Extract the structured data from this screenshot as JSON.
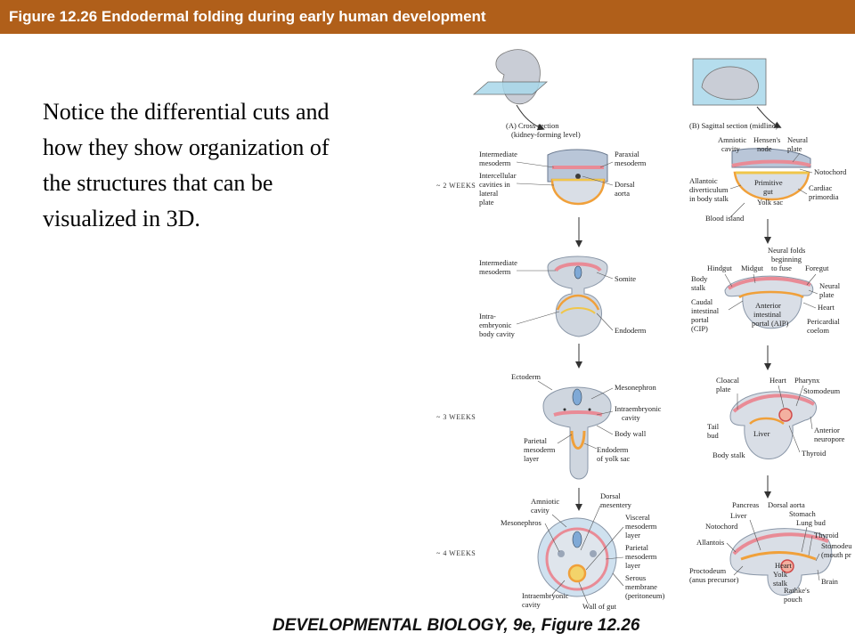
{
  "title": "Figure 12.26  Endodermal folding during early human development",
  "notes_lines": [
    "Notice the differential cuts and",
    "how they show organization of",
    "the structures that can be",
    "visualized in 3D."
  ],
  "footer": "DEVELOPMENTAL BIOLOGY, 9e, Figure 12.26",
  "figure": {
    "panel_a": [
      "(A) Cross section",
      "(kidney-forming level)"
    ],
    "panel_b": "(B) Sagittal section (midline)",
    "weeks": [
      "~ 2 WEEKS",
      "~ 3 WEEKS",
      "~ 4 WEEKS"
    ],
    "a1": {
      "intermediate_mesoderm": [
        "Intermediate",
        "mesoderm"
      ],
      "intercellular": [
        "Intercellular",
        "cavities in",
        "lateral",
        "plate"
      ],
      "paraxial": [
        "Paraxial",
        "mesoderm"
      ],
      "dorsal_aorta": [
        "Dorsal",
        "aorta"
      ]
    },
    "a2": {
      "intermediate_mesoderm": [
        "Intermediate",
        "mesoderm"
      ],
      "somite": "Somite",
      "intraembryonic": [
        "Intra-",
        "embryonic",
        "body cavity"
      ],
      "endoderm": "Endoderm"
    },
    "a3": {
      "ectoderm": "Ectoderm",
      "mesonephron": "Mesonephron",
      "intraembryonic_cavity": [
        "Intraembryonic",
        "cavity"
      ],
      "body_wall": "Body wall",
      "parietal": [
        "Parietal",
        "mesoderm",
        "layer"
      ],
      "endoderm_yolk": [
        "Endoderm",
        "of yolk sac"
      ]
    },
    "a4": {
      "amniotic": [
        "Amniotic",
        "cavity"
      ],
      "dorsal_mesentery": [
        "Dorsal",
        "mesentery"
      ],
      "mesonephros": "Mesonephros",
      "visceral": [
        "Visceral",
        "mesoderm",
        "layer"
      ],
      "parietal": [
        "Parietal",
        "mesoderm",
        "layer"
      ],
      "serous": [
        "Serous",
        "membrane",
        "(peritoneum)"
      ],
      "intraembryonic_cavity": [
        "Intraembryonic",
        "cavity"
      ],
      "wall_gut": "Wall of gut"
    },
    "b1": {
      "amniotic": [
        "Amniotic",
        "cavity"
      ],
      "hensens": [
        "Hensen's",
        "node"
      ],
      "neural_plate": [
        "Neural",
        "plate"
      ],
      "notochord": "Notochord",
      "allantoic": [
        "Allantoic",
        "diverticulum",
        "in body stalk"
      ],
      "primitive_gut": [
        "Primitive",
        "gut"
      ],
      "cardiac": [
        "Cardiac",
        "primordia"
      ],
      "yolk_sac": "Yolk sac",
      "blood_island": "Blood island"
    },
    "b2": {
      "neural_folds": [
        "Neural folds",
        "beginning",
        "to fuse"
      ],
      "hindgut": "Hindgut",
      "midgut": "Midgut",
      "foregut": "Foregut",
      "body_stalk": [
        "Body",
        "stalk"
      ],
      "neural_plate": [
        "Neural",
        "plate"
      ],
      "caudal": [
        "Caudal",
        "intestinal",
        "portal",
        "(CIP)"
      ],
      "anterior": [
        "Anterior",
        "intestinal",
        "portal (AIP)"
      ],
      "heart": "Heart",
      "pericardial": [
        "Pericardial",
        "coelom"
      ]
    },
    "b3": {
      "cloacal": [
        "Cloacal",
        "plate"
      ],
      "heart": "Heart",
      "pharynx": "Pharynx",
      "stomodeum": "Stomodeum",
      "tail_bud": [
        "Tail",
        "bud"
      ],
      "liver": "Liver",
      "anterior_neuropore": [
        "Anterior",
        "neuropore"
      ],
      "body_stalk": "Body stalk",
      "thyroid": "Thyroid"
    },
    "b4": {
      "pancreas": "Pancreas",
      "dorsal_aorta": "Dorsal aorta",
      "liver": "Liver",
      "stomach": "Stomach",
      "notochord": "Notochord",
      "lung_bud": "Lung bud",
      "thyroid": "Thyroid",
      "allantois": "Allantois",
      "stomodeum": [
        "Stomodeu",
        "(mouth pr"
      ],
      "heart": "Heart",
      "proctodeum": [
        "Proctodeum",
        "(anus precursor)"
      ],
      "yolk_stalk": [
        "Yolk",
        "stalk"
      ],
      "brain": "Brain",
      "rathkes": [
        "Rathke's",
        "pouch"
      ]
    }
  }
}
